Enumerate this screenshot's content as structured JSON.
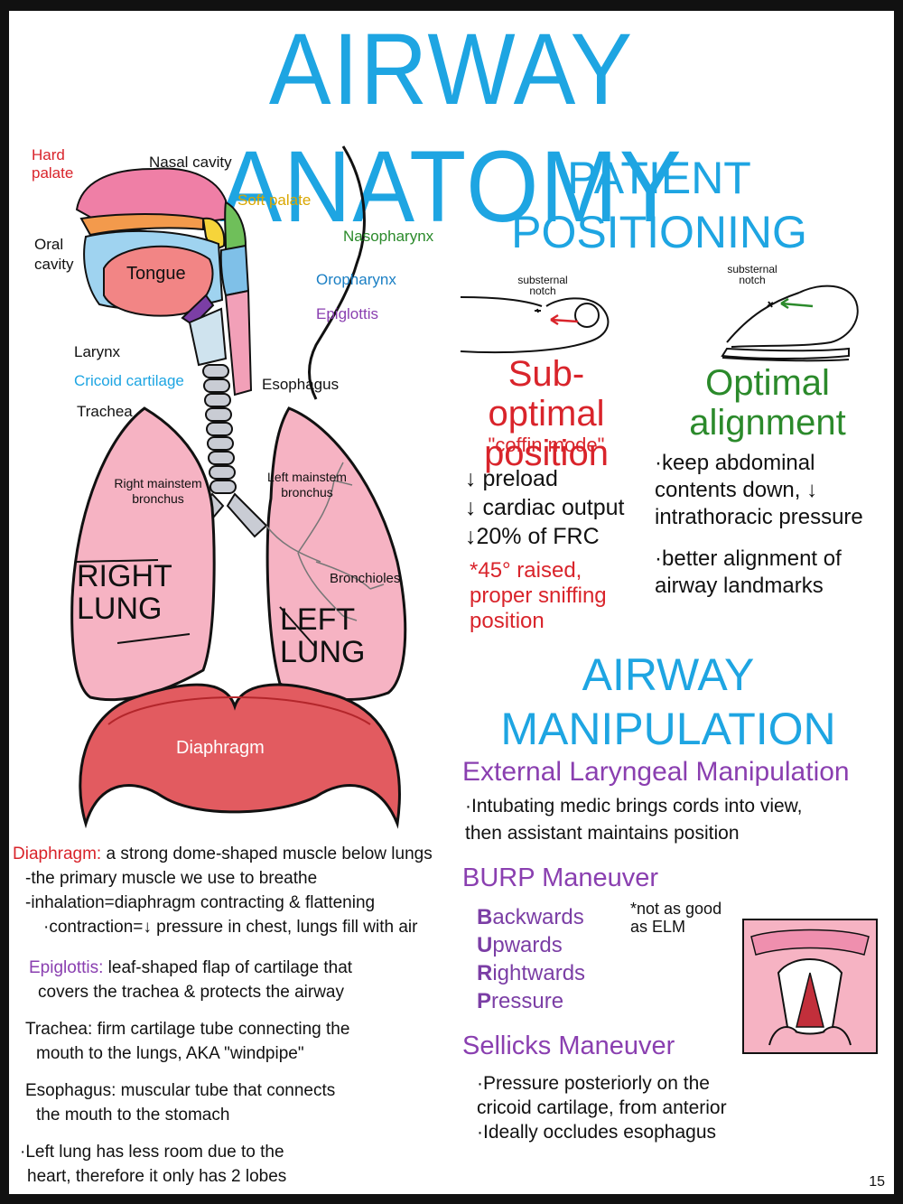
{
  "title": "AIRWAY ANATOMY",
  "page_number": "15",
  "anatomy_labels": {
    "hard_palate": "Hard palate",
    "nasal_cavity": "Nasal cavity",
    "soft_palate": "Soft palate",
    "oral_cavity": "Oral cavity",
    "tongue": "Tongue",
    "nasopharynx": "Nasopharynx",
    "oropharynx": "Oropharynx",
    "epiglottis": "Epiglottis",
    "larynx": "Larynx",
    "cricoid": "Cricoid cartilage",
    "esophagus": "Esophagus",
    "trachea": "Trachea",
    "right_mainstem": "Right mainstem bronchus",
    "left_mainstem": "Left mainstem bronchus",
    "bronchioles": "Bronchioles",
    "right_lung": "RIGHT LUNG",
    "left_lung": "LEFT LUNG",
    "diaphragm": "Diaphragm"
  },
  "positioning": {
    "heading": "PATIENT POSITIONING",
    "notch_label": "substernal notch",
    "suboptimal": {
      "heading": "Sub-optimal position",
      "subtitle": "\"coffin mode\"",
      "points": [
        "↓ preload",
        "↓ cardiac output",
        "↓20% of FRC"
      ],
      "tip": "*45° raised, proper sniffing position"
    },
    "optimal": {
      "heading": "Optimal alignment",
      "points": [
        "·keep abdominal contents down, ↓ intrathoracic pressure",
        "·better alignment of airway landmarks"
      ]
    }
  },
  "manipulation": {
    "heading": "AIRWAY MANIPULATION",
    "elm": {
      "heading": "External Laryngeal Manipulation",
      "text": "·Intubating medic brings cords into view, then assistant maintains position"
    },
    "burp": {
      "heading": "BURP Maneuver",
      "letters": [
        {
          "initial": "B",
          "rest": "ackwards"
        },
        {
          "initial": "U",
          "rest": "pwards"
        },
        {
          "initial": "R",
          "rest": "ightwards"
        },
        {
          "initial": "P",
          "rest": "ressure"
        }
      ],
      "note": "*not as good as ELM"
    },
    "sellicks": {
      "heading": "Sellicks Maneuver",
      "points": [
        "·Pressure posteriorly on the cricoid cartilage, from anterior",
        "·Ideally occludes esophagus"
      ]
    }
  },
  "notes": [
    {
      "term": "Diaphragm:",
      "lines": [
        "a strong dome-shaped muscle below lungs",
        "-the primary muscle we use to breathe",
        "-inhalation=diaphragm contracting & flattening",
        "·contraction=↓ pressure in chest, lungs fill with air"
      ]
    },
    {
      "term": "Epiglottis:",
      "lines": [
        "leaf-shaped flap of cartilage that",
        "covers the trachea & protects the airway"
      ]
    },
    {
      "term": "Trachea:",
      "lines": [
        "firm cartilage tube connecting the",
        "mouth to the lungs, AKA \"windpipe\""
      ]
    },
    {
      "term": "Esophagus:",
      "lines": [
        "muscular tube that connects",
        "the mouth to the stomach"
      ]
    },
    {
      "term": "",
      "lines": [
        "·Left lung has less room due to the",
        "heart, therefore it only has 2 lobes"
      ]
    }
  ]
}
